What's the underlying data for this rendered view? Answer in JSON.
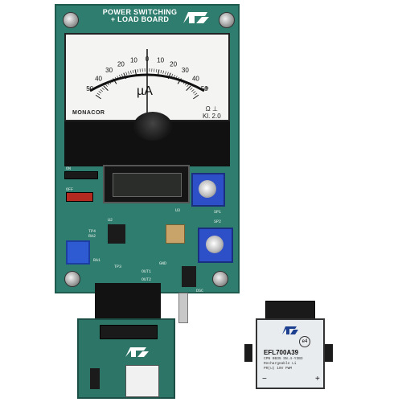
{
  "board": {
    "title_line1": "POWER SWITCHING",
    "title_line2": "+ LOAD BOARD",
    "logo": "st-logo"
  },
  "meter": {
    "scale_labels": [
      "50",
      "40",
      "30",
      "20",
      "10",
      "0",
      "10",
      "20",
      "30",
      "40",
      "50"
    ],
    "minus_sign": "−",
    "plus_sign": "+",
    "unit": "µA",
    "brand": "MONACOR",
    "class_line1": "Ω ⊥",
    "class_line2": "Kl. 2.0"
  },
  "silkscreen": {
    "on": "ON",
    "off": "OFF",
    "sp1": "SP1",
    "sp2": "SP2",
    "u2": "U2",
    "u3": "U3",
    "ra1": "RA1",
    "ra2": "RA2",
    "tp3": "TP3",
    "tp4": "TP4",
    "out1": "OUT1",
    "out2": "OUT2",
    "gnd": "GND",
    "dsc": "DSC"
  },
  "module": {
    "name": "EFL700A39",
    "line1": "CPN 0B35 SN.4-Y3B3",
    "line2": "Rechargeable Li",
    "line3": "PR(u) 10V PWM",
    "minus": "−",
    "plus": "+",
    "badge": "e4"
  }
}
